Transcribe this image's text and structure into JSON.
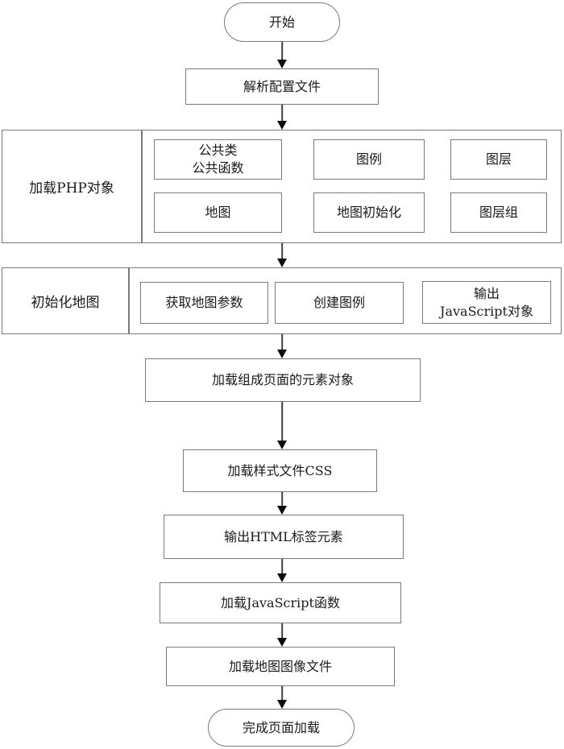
{
  "colors": {
    "background": "#ffffff",
    "border": "#7a7a7a",
    "connector": "#3f3f3f",
    "arrowhead": "#0d0d0d",
    "text": "#1a1a1a"
  },
  "flowchart": {
    "start": {
      "label": "开始"
    },
    "parse_config": {
      "label": "解析配置文件"
    },
    "load_php_group": {
      "label": "加载PHP对象",
      "children": [
        {
          "label": "公共类\n公共函数"
        },
        {
          "label": "图例"
        },
        {
          "label": "图层"
        },
        {
          "label": "地图"
        },
        {
          "label": "地图初始化"
        },
        {
          "label": "图层组"
        }
      ]
    },
    "init_map_group": {
      "label": "初始化地图",
      "children": [
        {
          "label": "获取地图参数"
        },
        {
          "label": "创建图例"
        },
        {
          "label": "输出\nJavaScript对象"
        }
      ]
    },
    "load_page_elements": {
      "label": "加载组成页面的元素对象"
    },
    "load_css": {
      "label": "加载样式文件CSS"
    },
    "output_html": {
      "label": "输出HTML标签元素"
    },
    "load_js": {
      "label": "加载JavaScript函数"
    },
    "load_map_image": {
      "label": "加载地图图像文件"
    },
    "end": {
      "label": "完成页面加载"
    }
  }
}
